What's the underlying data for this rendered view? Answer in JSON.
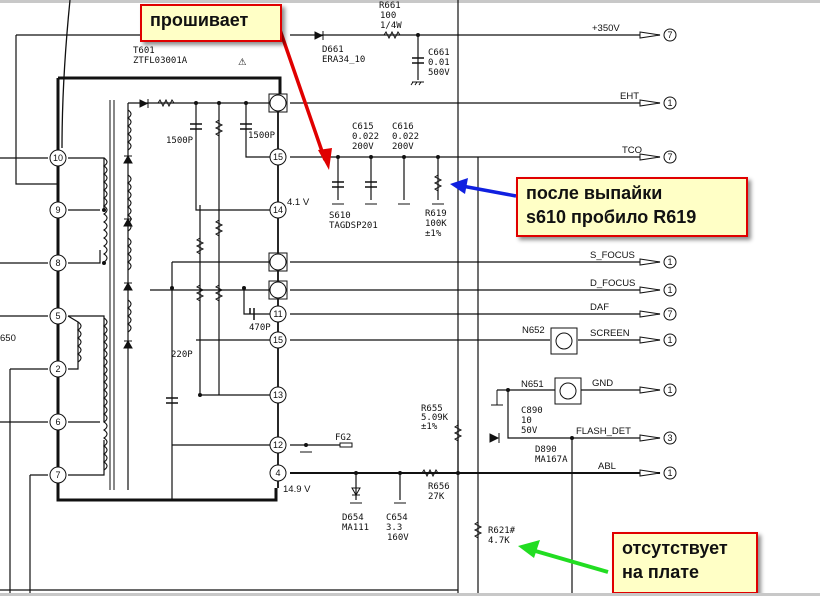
{
  "annotations": {
    "flashes": {
      "text": "прошивает",
      "color": "#e00000"
    },
    "after_desolder": {
      "line1": "после выпайки",
      "line2": "s610 пробило R619",
      "color": "#1020e0"
    },
    "missing": {
      "line1": "отсутствует",
      "line2": "на плате",
      "color": "#22dd22"
    }
  },
  "transformer": {
    "ref": "T601",
    "part": "ZTFL03001A",
    "warning_symbol": "⚠",
    "side_label": "650"
  },
  "left_pins": [
    "10",
    "9",
    "8",
    "5",
    "2",
    "6",
    "7"
  ],
  "center_pins": [
    "15",
    "14",
    "11",
    "15",
    "13",
    "12",
    "4"
  ],
  "voltages": {
    "pin14": "4.1 V",
    "pin4": "14.9 V"
  },
  "caps_left": {
    "c1": "1500P",
    "c2": "1500P",
    "c3": "470P",
    "c4": "220P"
  },
  "components": {
    "r661": [
      "R661",
      "100",
      "1/4W"
    ],
    "d661": [
      "D661",
      "ERA34_10"
    ],
    "c661": [
      "C661",
      "0.01",
      "500V"
    ],
    "c615": [
      "C615",
      "0.022",
      "200V"
    ],
    "c616": [
      "C616",
      "0.022",
      "200V"
    ],
    "s610": [
      "S610",
      "TAGDSP201"
    ],
    "r619": [
      "R619",
      "100K",
      "±1%"
    ],
    "r655": [
      "R655",
      "5.09K",
      "±1%"
    ],
    "fg2": "FG2",
    "d654": [
      "D654",
      "MA111"
    ],
    "c654": [
      "C654",
      "3.3",
      "160V"
    ],
    "r656": [
      "R656",
      "27K"
    ],
    "r621": [
      "R621#",
      "4.7K"
    ],
    "n652": "N652",
    "n651": "N651",
    "c890": [
      "C890",
      "10",
      "50V"
    ],
    "d890": [
      "D890",
      "MA167A"
    ]
  },
  "outputs": [
    {
      "name": "+350V",
      "ref": "7"
    },
    {
      "name": "EHT",
      "ref": "1"
    },
    {
      "name": "TCO",
      "ref": "7"
    },
    {
      "name": "S_FOCUS",
      "ref": "1"
    },
    {
      "name": "D_FOCUS",
      "ref": "1"
    },
    {
      "name": "DAF",
      "ref": "7"
    },
    {
      "name": "SCREEN",
      "ref": "1"
    },
    {
      "name": "GND",
      "ref": "1"
    },
    {
      "name": "FLASH_DET",
      "ref": "3"
    },
    {
      "name": "ABL",
      "ref": "1"
    }
  ]
}
